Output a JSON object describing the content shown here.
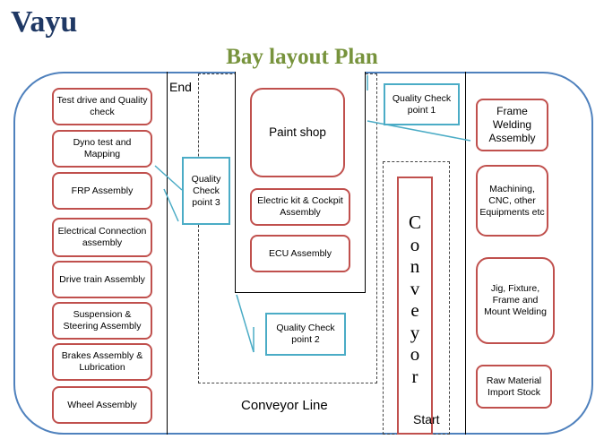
{
  "brand": "Vayu",
  "title": "Bay layout Plan",
  "labels": {
    "end": "End",
    "start": "Start",
    "conveyor_line": "Conveyor Line",
    "conveyor": "Conveyor"
  },
  "left_stations": [
    "Test drive and Quality check",
    "Dyno test and Mapping",
    "FRP Assembly",
    "Electrical Connection assembly",
    "Drive train Assembly",
    "Suspension & Steering Assembly",
    "Brakes Assembly & Lubrication",
    "Wheel Assembly"
  ],
  "center_stations": {
    "paint_shop": "Paint shop",
    "electric_kit": "Electric kit & Cockpit Assembly",
    "ecu": "ECU Assembly"
  },
  "right_stations": [
    "Frame Welding Assembly",
    "Machining, CNC, other Equipments etc",
    "Jig, Fixture, Frame and Mount Welding",
    "Raw Material Import Stock"
  ],
  "quality_checks": {
    "qc1": "Quality Check point 1",
    "qc2": "Quality Check point 2",
    "qc3": "Quality Check point 3"
  }
}
